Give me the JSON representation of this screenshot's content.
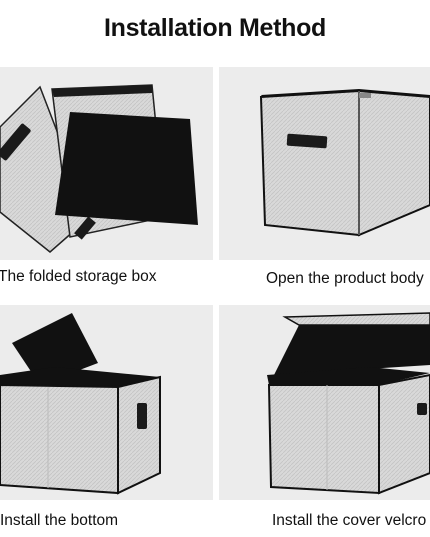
{
  "title": "Installation Method",
  "steps": [
    {
      "caption": "The folded storage box",
      "illustration": "folded-box-panels"
    },
    {
      "caption": "Open the product body",
      "illustration": "opened-box-body"
    },
    {
      "caption": "Install the bottom",
      "illustration": "box-with-bottom-panel"
    },
    {
      "caption": "Install the cover velcro",
      "illustration": "box-with-lid"
    }
  ],
  "colors": {
    "background": "#ffffff",
    "panel": "#ececec",
    "fabric": "#d7d7d7",
    "black": "#111111"
  }
}
